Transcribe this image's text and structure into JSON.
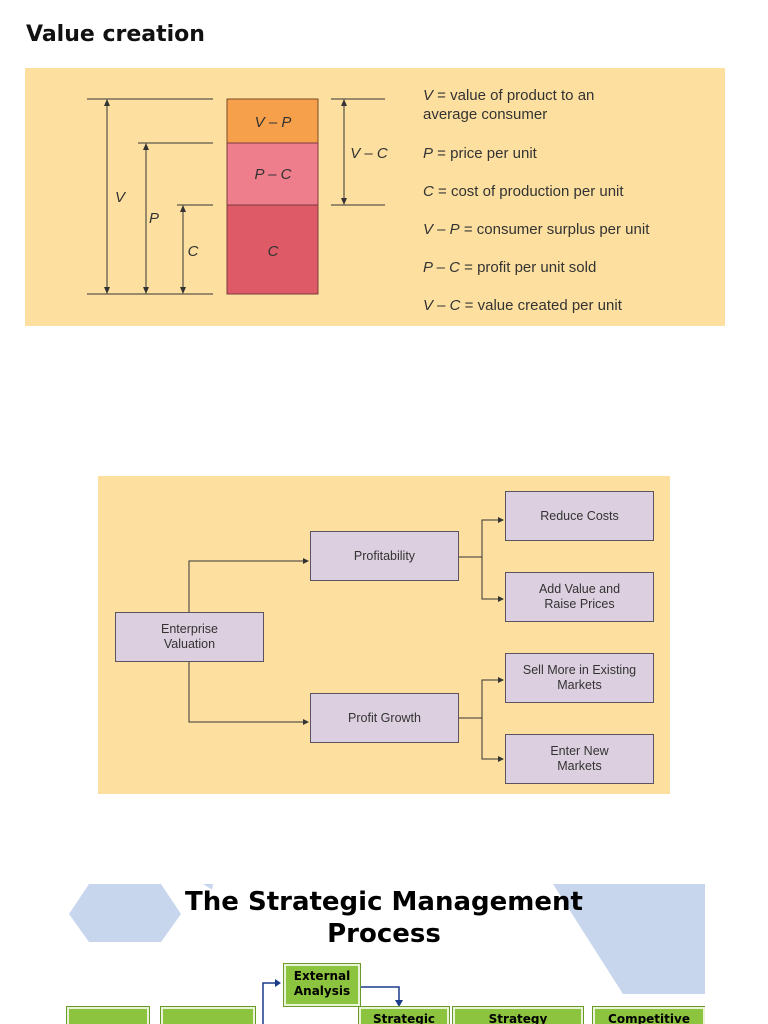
{
  "page_title": "Value creation",
  "value_diagram": {
    "bar_labels": {
      "v_minus_p": "V – P",
      "p_minus_c": "P – C",
      "c": "C"
    },
    "bracket_labels": {
      "v": "V",
      "p": "P",
      "c": "C",
      "v_minus_c": "V – C"
    },
    "colors": {
      "panel": "#fde0a0",
      "v_minus_p": "#f7a04c",
      "p_minus_c": "#ee7e8c",
      "c": "#de5a66"
    },
    "definitions": [
      {
        "symbol": "V",
        "text": " = value of product to an\naverage consumer"
      },
      {
        "symbol": "P",
        "text": " = price per unit"
      },
      {
        "symbol": "C",
        "text": " = cost of production per unit"
      },
      {
        "symbol": "V – P",
        "text": " = consumer surplus per unit"
      },
      {
        "symbol": "P – C",
        "text": " = profit per unit sold"
      },
      {
        "symbol": "V – C",
        "text": " = value created per unit"
      }
    ]
  },
  "valuation_tree": {
    "root": "Enterprise\nValuation",
    "branches": [
      {
        "label": "Profitability",
        "children": [
          "Reduce Costs",
          "Add Value and\nRaise Prices"
        ]
      },
      {
        "label": "Profit Growth",
        "children": [
          "Sell More in Existing\nMarkets",
          "Enter New\nMarkets"
        ]
      }
    ]
  },
  "smp_slide": {
    "title": "The Strategic Management\nProcess",
    "boxes": [
      "External\nAnalysis",
      "Strategic",
      "Strategy",
      "Competitive"
    ]
  }
}
